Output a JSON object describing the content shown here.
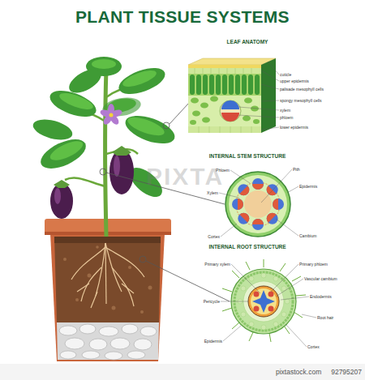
{
  "diagram": {
    "title": "PLANT TISSUE SYSTEMS",
    "labels": [
      "LEAF ANATOMY",
      "cuticle",
      "upper epidermis",
      "palisade mesophyll cells",
      "spongy mesophyll cells",
      "xylem",
      "phloem",
      "lower epidermis",
      "INTERNAL STEM STRUCTURE",
      "Phloem",
      "Xylem",
      "Cortex",
      "Pith",
      "Epidermis",
      "Cambium",
      "INTERNAL ROOT STRUCTURE",
      "Primary xylem",
      "Pericycle",
      "Epidermis",
      "Primary phloem",
      "Vascular cambium",
      "Endodermis",
      "Root hair",
      "Cortex",
      "PIXTA",
      "pixtastock.com",
      "92795207"
    ]
  }
}
